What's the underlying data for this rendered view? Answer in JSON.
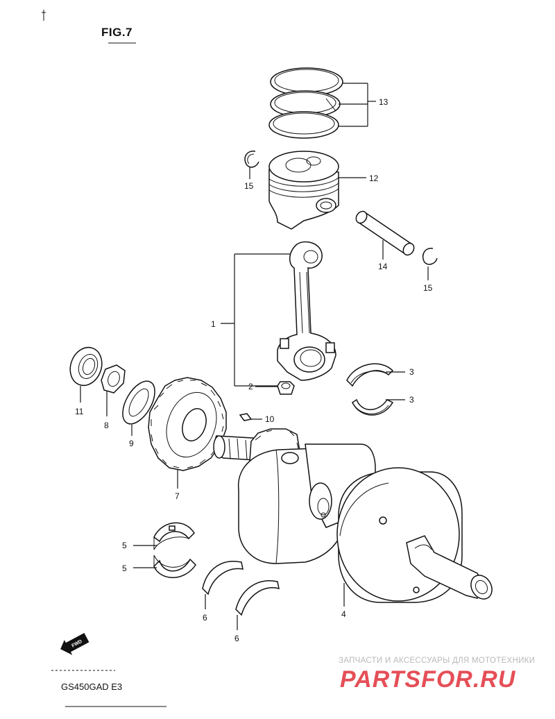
{
  "figure_title": "FIG.7",
  "model_code": "GS450GAD  E3",
  "fwd_label": "FWD",
  "watermark": {
    "tagline": "ЗАПЧАСТИ И АКСЕССУАРЫ ДЛЯ МОТОТЕХНИКИ",
    "logo_text": "PARTSFOR.RU",
    "logo_color": "#e0303a"
  },
  "callouts": [
    {
      "id": "ring-set",
      "label": "13"
    },
    {
      "id": "piston",
      "label": "12"
    },
    {
      "id": "circlip-left",
      "label": "15"
    },
    {
      "id": "piston-pin",
      "label": "14"
    },
    {
      "id": "circlip-right",
      "label": "15"
    },
    {
      "id": "conrod-assy",
      "label": "1"
    },
    {
      "id": "conrod-nut",
      "label": "2"
    },
    {
      "id": "conrod-bearing-upper",
      "label": "3"
    },
    {
      "id": "conrod-bearing-lower",
      "label": "3"
    },
    {
      "id": "oil-seal",
      "label": "11"
    },
    {
      "id": "nut",
      "label": "8"
    },
    {
      "id": "washer",
      "label": "9"
    },
    {
      "id": "key",
      "label": "10"
    },
    {
      "id": "primary-gear",
      "label": "7"
    },
    {
      "id": "crank-bearing-upper",
      "label": "5"
    },
    {
      "id": "crank-bearing-lower",
      "label": "5"
    },
    {
      "id": "thrust-washer-left",
      "label": "6"
    },
    {
      "id": "thrust-washer-right",
      "label": "6"
    },
    {
      "id": "crankshaft",
      "label": "4"
    }
  ]
}
